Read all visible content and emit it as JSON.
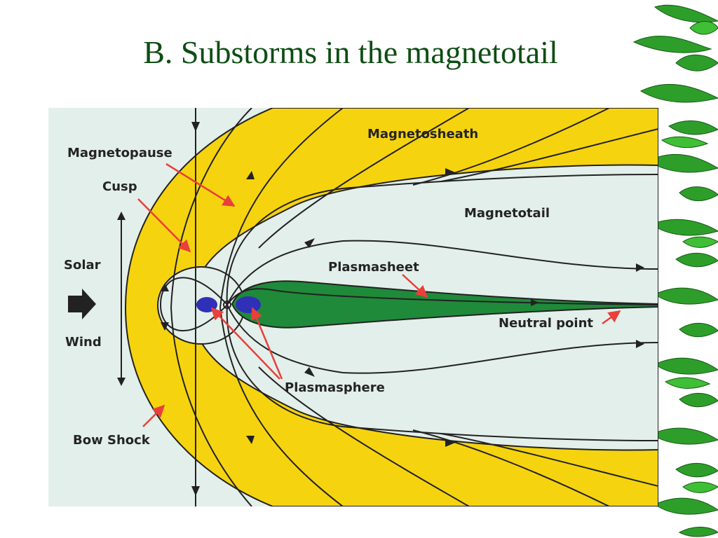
{
  "slide": {
    "title": "B. Substorms in the magnetotail"
  },
  "diagram": {
    "labels": {
      "magnetosheath": "Magnetosheath",
      "magnetopause": "Magnetopause",
      "cusp": "Cusp",
      "magnetotail": "Magnetotail",
      "solar": "Solar",
      "wind": "Wind",
      "plasmasheet": "Plasmasheet",
      "neutral_point": "Neutral point",
      "plasmasphere": "Plasmasphere",
      "bow_shock": "Bow Shock"
    },
    "colors": {
      "background": "#e3efea",
      "magnetosheath": "#f6d30f",
      "plasmasheet": "#1f8a3a",
      "plasmasphere": "#2f2fb8",
      "pointer_arrows": "#e8403a",
      "field_lines": "#222222",
      "title": "#0e4d14"
    }
  }
}
